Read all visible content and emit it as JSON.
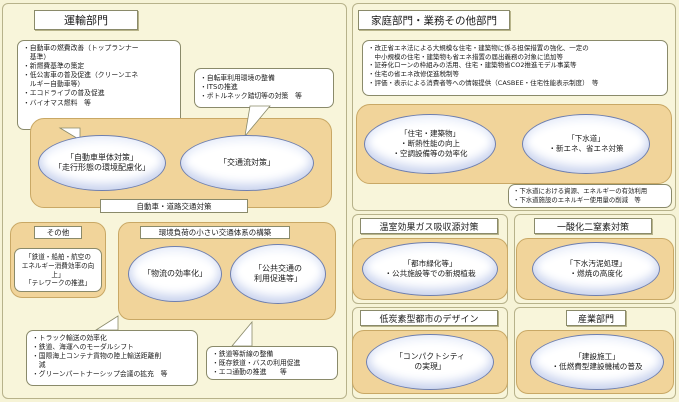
{
  "transport": {
    "title": "運輸部門",
    "vehicle_notes": [
      "・自動車の燃費改善（トップランナー",
      "　基準）",
      "・新燃費基準の策定",
      "・低公害車の普及促進（クリーンエネ",
      "　ルギー自動車等）",
      "・エコドライブの普及促進",
      "・バイオマス燃料　等"
    ],
    "traffic_notes": [
      "・自転車利用環境の整備",
      "・ITSの推進",
      "・ボトルネック踏切等の対策　等"
    ],
    "vehicle_measure": [
      "「自動車単体対策」",
      "「走行形態の環境配慮化」"
    ],
    "traffic_measure": "「交通流対策」",
    "road_label": "自動車・道路交通対策",
    "other_label": "その他",
    "other_content": [
      "「鉄道・船舶・航空の",
      "エネルギー消費効率の向上」",
      "「テレワークの推進」"
    ],
    "system_label": "環境負荷の小さい交通体系の構築",
    "logistics_measure": "「物流の効率化」",
    "public_measure": [
      "「公共交通の",
      "利用促進等」"
    ],
    "logistics_notes": [
      "・トラック輸送の効率化",
      "・鉄道、海運へのモーダルシフト",
      "・国際海上コンテナ貨物の陸上輸送距離削",
      "　減",
      "・グリーンパートナーシップ会議の拡充　等"
    ],
    "public_notes": [
      "・鉄道等新線の整備",
      "・既存鉄道・バスの利用促進",
      "・エコ通勤の推進　　等"
    ]
  },
  "household": {
    "title": "家庭部門・業務その他部門",
    "notes": [
      "・改正省エネ法による大規模な住宅・建築物に係る担保措置の強化、一定の",
      "　中小規模の住宅・建築物も省エネ措置の届出義務の対象に追加等",
      "・証券化ローンの枠組みの活用、住宅・建築物省CO2推進モデル事業等",
      "・住宅の省エネ改修促進税制等",
      "・評価・表示による消費者等への情報提供（CASBEE・住宅性能表示制度）　等"
    ],
    "building_measure": [
      "「住宅・建築物」",
      "・断熱性能の向上",
      "・空調設備等の効率化"
    ],
    "sewer_measure": [
      "「下水道」",
      "・新エネ、省エネ対策"
    ],
    "sewer_notes": [
      "・下水道における資源、エネルギーの有効利用",
      "・下水道施設のエネルギー使用量の削減　等"
    ]
  },
  "sink": {
    "title": "温室効果ガス吸収源対策",
    "measure": [
      "「都市緑化等」",
      "・公共施設等での新規植栽"
    ]
  },
  "n2o": {
    "title": "一酸化二窒素対策",
    "measure": [
      "「下水汚泥処理」",
      "・燃焼の高度化"
    ]
  },
  "lowcarbon": {
    "title": "低炭素型都市のデザイン",
    "measure": [
      "「コンパクトシティ",
      "の実現」"
    ]
  },
  "industry": {
    "title": "産業部門",
    "measure": [
      "「建設施工」",
      "・低燃費型建設機械の普及"
    ]
  }
}
